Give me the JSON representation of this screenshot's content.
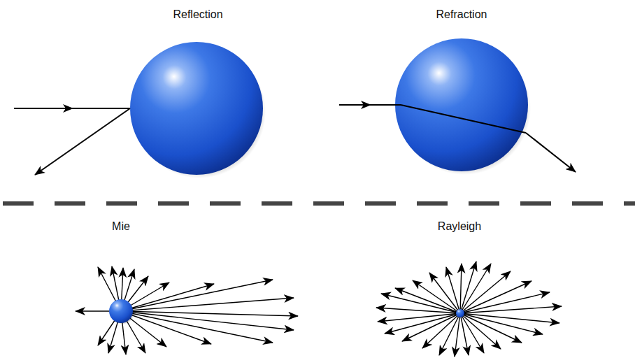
{
  "diagram": {
    "labels": [
      "Reflection",
      "Refraction",
      "Mie",
      "Rayleigh"
    ]
  }
}
